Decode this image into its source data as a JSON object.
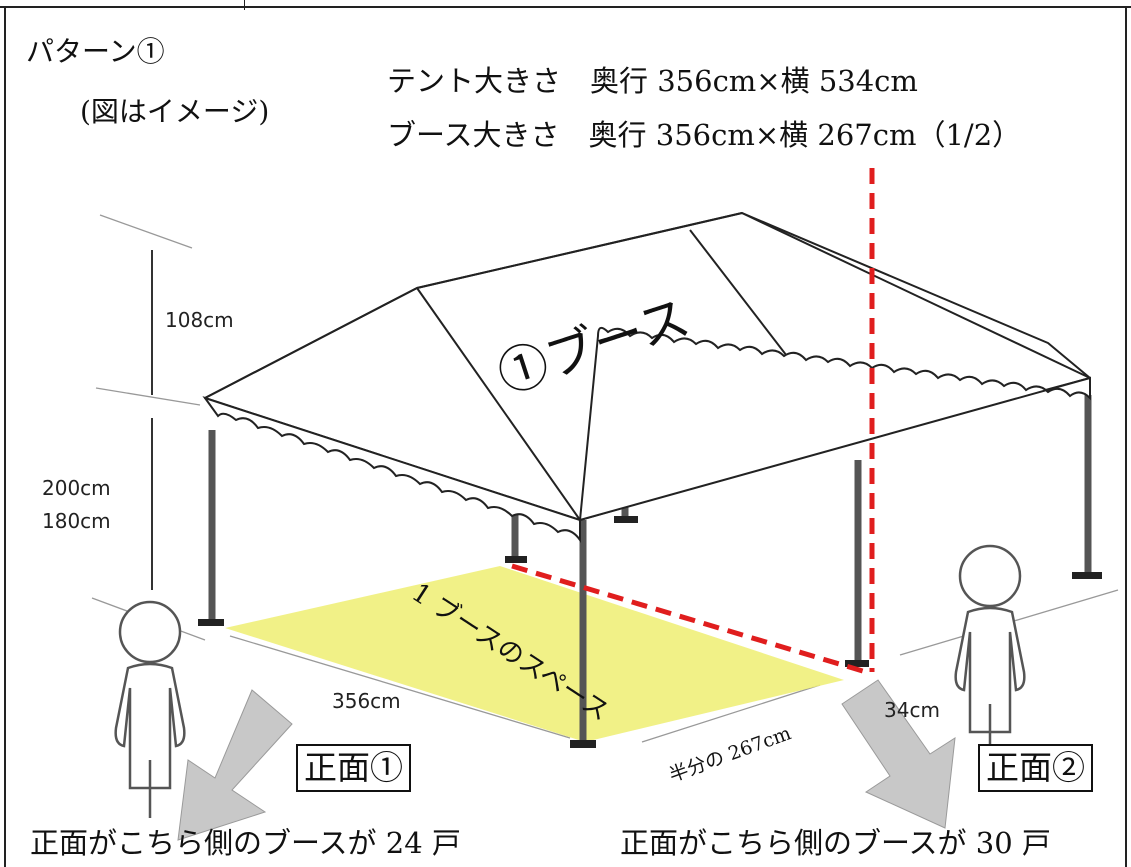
{
  "pattern": {
    "title": "パターン①",
    "note": "(図はイメージ)"
  },
  "specs": {
    "tent_size": "テント大きさ　奥行 356cm×横 534cm",
    "booth_size": "ブース大きさ　奥行 356cm×横 267cm（1/2）"
  },
  "dimensions": {
    "roof_height": "108cm",
    "eave_height_1": "200cm",
    "eave_height_2": "180cm",
    "depth": "356cm",
    "width_partial": "34cm",
    "half_width": "半分の 267cm"
  },
  "labels": {
    "booth_roof": "①ブース",
    "booth_space": "1 ブースのスペース",
    "front_1": "正面①",
    "front_2": "正面②"
  },
  "footer": {
    "left_count": "正面がこちら側のブースが 24 戸",
    "right_count": "正面がこちら側のブースが 30 戸"
  },
  "colors": {
    "floor_highlight": "#f0f07a",
    "dashed_line": "#e01e1e",
    "arrow": "#c8c8c8",
    "pole": "#555555"
  }
}
